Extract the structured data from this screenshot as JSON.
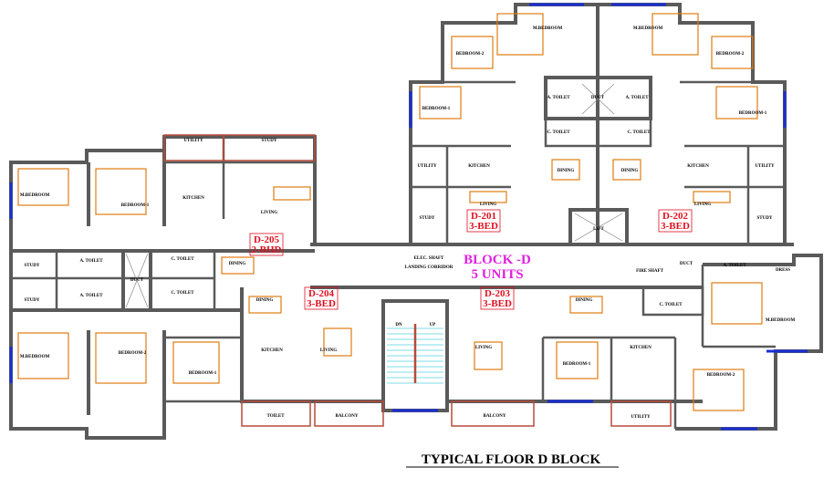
{
  "title": "TYPICAL FLOOR D BLOCK",
  "block": {
    "name": "BLOCK -D",
    "units": "5 UNITS"
  },
  "units": [
    {
      "id": "D-201",
      "type": "3-BED"
    },
    {
      "id": "D-202",
      "type": "3-BED"
    },
    {
      "id": "D-203",
      "type": "3-BED"
    },
    {
      "id": "D-204",
      "type": "3-BED"
    },
    {
      "id": "D-205",
      "type": "2-BHD"
    }
  ],
  "stair": {
    "down": "DN",
    "up": "UP"
  },
  "rooms": [
    "M.BEDROOM",
    "BEDROOM-2",
    "BEDROOM-1",
    "A. TOILET",
    "DUCT",
    "C. TOILET",
    "UTILITY",
    "KITCHEN",
    "DINING",
    "LIVING",
    "STUDY",
    "M.BEDROOM",
    "BEDROOM-2",
    "BEDROOM-1",
    "A. TOILET",
    "C. TOILET",
    "KITCHEN",
    "DINING",
    "UTILITY",
    "LIVING",
    "STUDY",
    "LIFT",
    "ELEC. SHAFT",
    "LANDING CORRIDOR",
    "FIRE SHAFT",
    "UTILITY",
    "STUDY",
    "KITCHEN",
    "LIVING",
    "DINING",
    "C. TOILET",
    "M.BEDROOM",
    "BEDROOM-1",
    "STUDY",
    "A. TOILET",
    "DUCT",
    "C. TOILET",
    "STUDY",
    "A. TOILET",
    "M.BEDROOM",
    "BEDROOM-2",
    "BEDROOM-1",
    "DINING",
    "KITCHEN",
    "LIVING",
    "TOILET",
    "BALCONY",
    "DINING",
    "LIVING",
    "BEDROOM-1",
    "KITCHEN",
    "UTILITY",
    "BALCONY",
    "C. TOILET",
    "M.BEDROOM",
    "BEDROOM-2",
    "DRESS",
    "A. TOILET",
    "DUCT"
  ]
}
